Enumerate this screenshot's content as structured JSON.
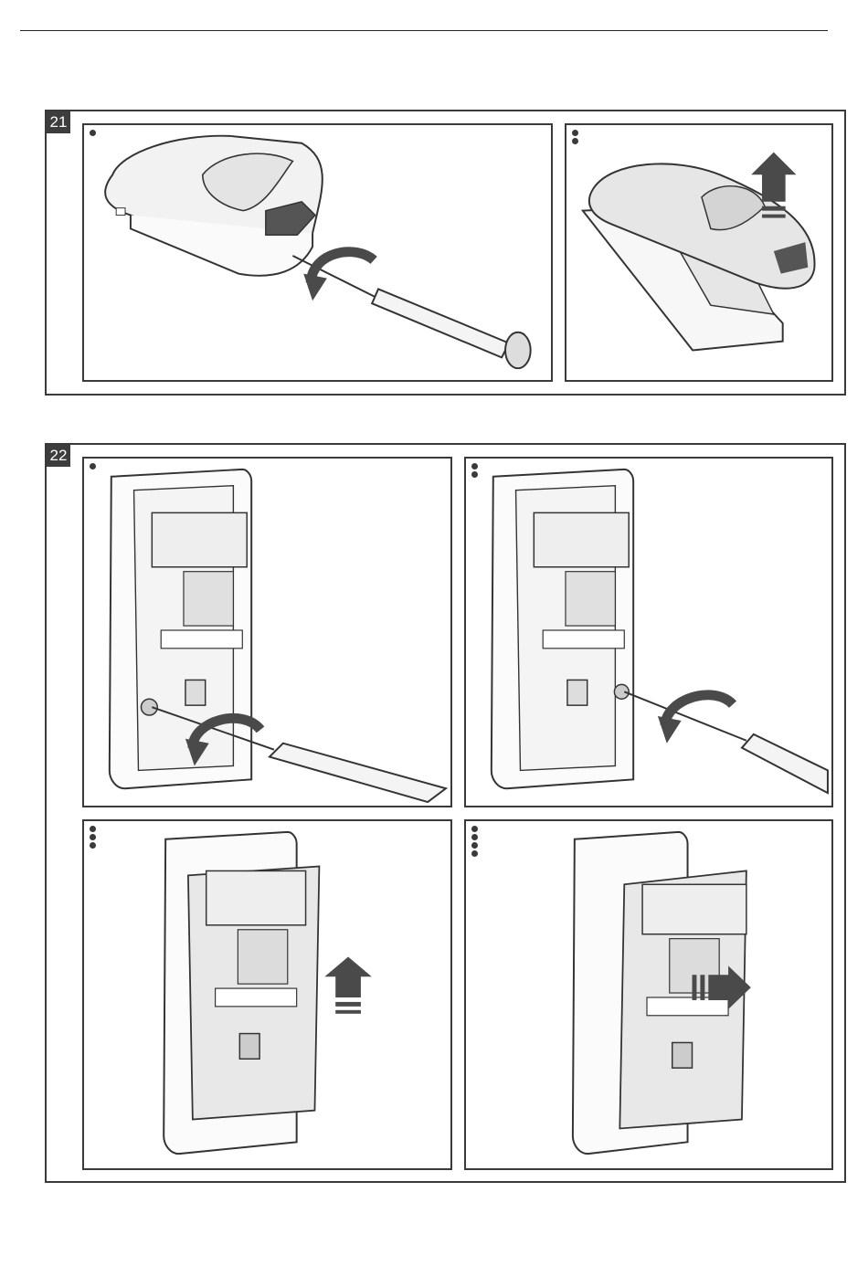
{
  "figures": [
    {
      "number": "21",
      "panels": [
        {
          "step": 1,
          "description_icon": "screwdriver-loosen-screw"
        },
        {
          "step": 2,
          "description_icon": "lift-cover-up"
        }
      ]
    },
    {
      "number": "22",
      "panels": [
        {
          "step": 1,
          "description_icon": "screwdriver-bottom-left-screw"
        },
        {
          "step": 2,
          "description_icon": "screwdriver-bottom-right-screw"
        },
        {
          "step": 3,
          "description_icon": "slide-board-up"
        },
        {
          "step": 4,
          "description_icon": "remove-board-right"
        }
      ]
    }
  ],
  "colors": {
    "frame": "#3a3a3a",
    "line": "#333333",
    "fill": "#e6e6e6",
    "arrow": "#4a4a4a"
  }
}
